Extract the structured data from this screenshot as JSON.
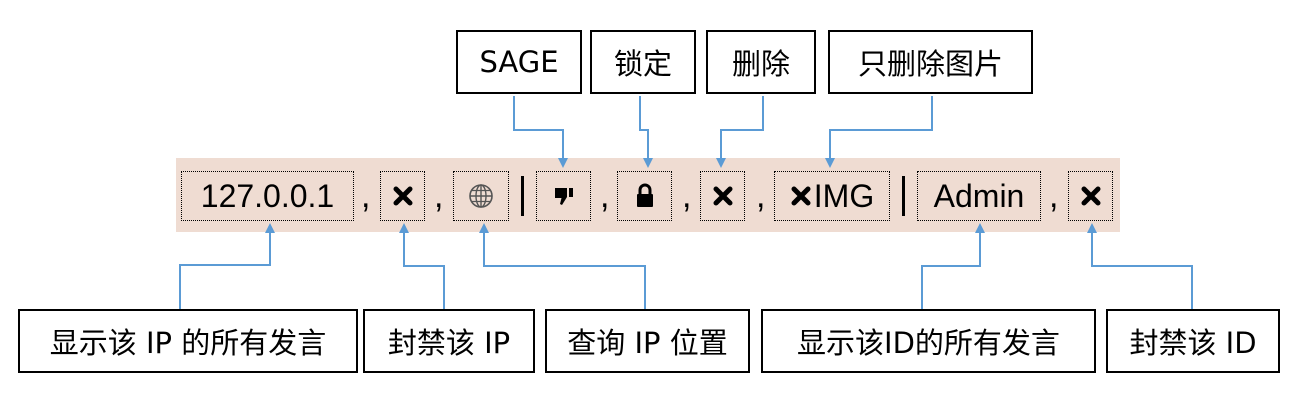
{
  "top_labels": {
    "sage": "SAGE",
    "lock": "锁定",
    "delete": "删除",
    "delete_img": "只删除图片"
  },
  "bottom_labels": {
    "ip_posts": "显示该 IP 的所有发言",
    "ban_ip": "封禁该 IP",
    "ip_location": "查询 IP 位置",
    "id_posts": "显示该ID的所有发言",
    "ban_id": "封禁该 ID"
  },
  "toolbar": {
    "ip": "127.0.0.1",
    "img_label": "IMG",
    "admin": "Admin",
    "comma": ",",
    "background_color": "#efdcd2",
    "arrow_color": "#5b9bd5"
  },
  "icons": {
    "ban_ip": "close-icon",
    "ip_location": "globe-icon",
    "sage": "thumbs-down-icon",
    "lock": "lock-icon",
    "delete": "close-icon",
    "delete_img": "close-icon",
    "ban_id": "close-icon"
  }
}
